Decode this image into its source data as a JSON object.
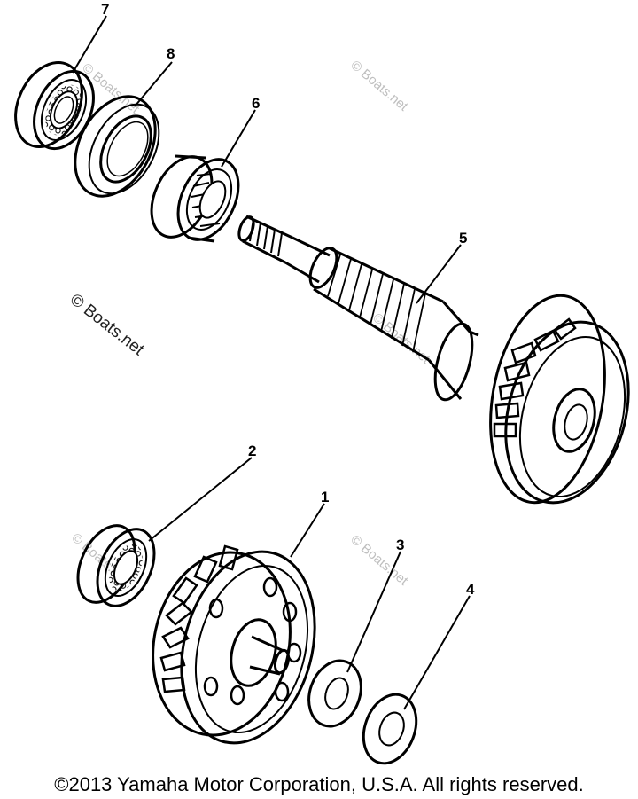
{
  "watermark_main": "© Boats.net",
  "watermark_faint": "© Boats.net",
  "callouts": {
    "part_1": "1",
    "part_2": "2",
    "part_3": "3",
    "part_4": "4",
    "part_5": "5",
    "part_6": "6",
    "part_7": "7",
    "part_8": "8"
  },
  "copyright": "©2013 Yamaha Motor Corporation, U.S.A. All rights reserved.",
  "colors": {
    "line": "#000000",
    "background": "#ffffff",
    "watermark": "#bfbfbf"
  }
}
